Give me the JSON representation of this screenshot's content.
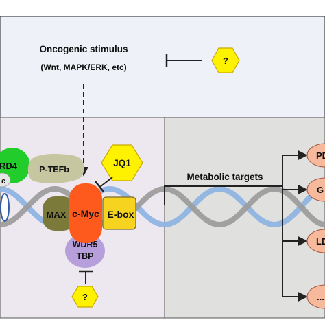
{
  "stimulus": {
    "title": "Oncogenic stimulus",
    "subtitle": "(Wnt, MAPK/ERK, etc)",
    "unknown_inhibitor": "?"
  },
  "factors": {
    "brd4": "RD4",
    "brd4_partner": "c",
    "ptefb": "P-TEFb",
    "max": "MAX",
    "cmyc": "c-Myc",
    "ebox": "E-box",
    "jq1": "JQ1",
    "wdr5": "WDR5",
    "tbp": "TBP",
    "unknown_bottom": "?"
  },
  "targets": {
    "label": "Metabolic targets",
    "items": [
      "PD",
      "G",
      "LD",
      "..."
    ]
  },
  "colors": {
    "top_panel": "#eef1f8",
    "left_panel": "#ede8f0",
    "right_panel": "#e0e0de",
    "cmyc": "#ff5a1e",
    "max": "#7b7a3a",
    "ptefb": "#c6c7a0",
    "brd4": "#22cc2a",
    "wdr5": "#b79fdc",
    "ebox": "#f6d31e",
    "hexagon": "#fff200",
    "targets": "#f6b99c",
    "dna_light": "#8fb4e2",
    "dna_dark": "#9a9a9a"
  }
}
